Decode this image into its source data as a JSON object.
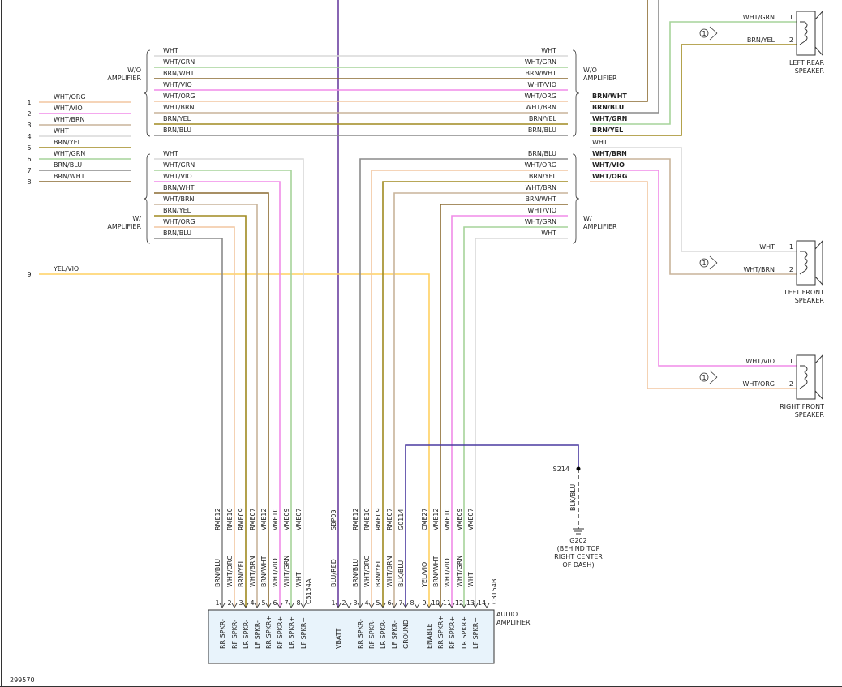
{
  "colors": {
    "WHT": "#d8d8d8",
    "WHT/GRN": "#a6d49a",
    "WHT/ORG": "#f2c6a0",
    "WHT/VIO": "#f08ce8",
    "WHT/BRN": "#c8b49a",
    "BRN/WHT": "#8a6a30",
    "BRN/BLU": "#8a8a8a",
    "BRN/YEL": "#a08a20",
    "YEL/VIO": "#ffd060",
    "BLK/BLU": "#4a3aa0",
    "BLU/RED": "#6b3fa0",
    "frame": "#555555",
    "box_fill": "#e8f3fb"
  },
  "left_connector": {
    "pins": [
      {
        "num": "1",
        "wire": "WHT/ORG"
      },
      {
        "num": "2",
        "wire": "WHT/VIO"
      },
      {
        "num": "3",
        "wire": "WHT/BRN"
      },
      {
        "num": "4",
        "wire": "WHT"
      },
      {
        "num": "5",
        "wire": "BRN/YEL"
      },
      {
        "num": "6",
        "wire": "WHT/GRN"
      },
      {
        "num": "7",
        "wire": "BRN/BLU"
      },
      {
        "num": "8",
        "wire": "BRN/WHT"
      },
      {
        "num": "9",
        "wire": "YEL/VIO"
      }
    ]
  },
  "group_labels": {
    "wo_line1": "W/O",
    "wo_line2": "AMPLIFIER",
    "w_line1": "W/",
    "w_line2": "AMPLIFIER"
  },
  "upper_harness": [
    "WHT",
    "WHT/GRN",
    "BRN/WHT",
    "WHT/VIO",
    "WHT/ORG",
    "WHT/BRN",
    "BRN/YEL",
    "BRN/BLU"
  ],
  "lower_left_harness": [
    "WHT",
    "WHT/GRN",
    "WHT/VIO",
    "BRN/WHT",
    "WHT/BRN",
    "BRN/YEL",
    "WHT/ORG",
    "BRN/BLU"
  ],
  "lower_right_harness": [
    "BRN/BLU",
    "WHT/ORG",
    "BRN/YEL",
    "WHT/BRN",
    "BRN/WHT",
    "WHT/VIO",
    "WHT/GRN",
    "WHT"
  ],
  "right_outputs": [
    "BRN/WHT",
    "BRN/BLU",
    "WHT/GRN",
    "BRN/YEL",
    "WHT",
    "WHT/BRN",
    "WHT/VIO",
    "WHT/ORG"
  ],
  "speakers": [
    {
      "name_line1": "LEFT REAR",
      "name_line2": "SPEAKER",
      "pin1": "1",
      "pin2": "2",
      "wire1": "WHT/GRN",
      "wire2": "BRN/YEL",
      "callout": "1"
    },
    {
      "name_line1": "LEFT FRONT",
      "name_line2": "SPEAKER",
      "pin1": "1",
      "pin2": "2",
      "wire1": "WHT",
      "wire2": "WHT/BRN",
      "callout": "1"
    },
    {
      "name_line1": "RIGHT FRONT",
      "name_line2": "SPEAKER",
      "pin1": "1",
      "pin2": "2",
      "wire1": "WHT/VIO",
      "wire2": "WHT/ORG",
      "callout": "1"
    }
  ],
  "amplifier": {
    "name_line1": "AUDIO",
    "name_line2": "AMPLIFIER",
    "connector_a": "C3154A",
    "connector_b": "C3154B",
    "pins": [
      {
        "num": "1",
        "wire": "BRN/BLU",
        "circuit": "RME12",
        "func": "RR SPKR-"
      },
      {
        "num": "2",
        "wire": "WHT/ORG",
        "circuit": "RME10",
        "func": "RF SPKR-"
      },
      {
        "num": "3",
        "wire": "BRN/YEL",
        "circuit": "RME09",
        "func": "LR SPKR-"
      },
      {
        "num": "4",
        "wire": "WHT/BRN",
        "circuit": "RME07",
        "func": "LF SPKR-"
      },
      {
        "num": "5",
        "wire": "BRN/WHT",
        "circuit": "VME12",
        "func": "RR SPKR+"
      },
      {
        "num": "6",
        "wire": "WHT/VIO",
        "circuit": "VME10",
        "func": "RF SPKR+"
      },
      {
        "num": "7",
        "wire": "WHT/GRN",
        "circuit": "VME09",
        "func": "LR SPKR+"
      },
      {
        "num": "8",
        "wire": "WHT",
        "circuit": "VME07",
        "func": "LF SPKR+"
      },
      {
        "num": "1",
        "wire": "BLU/RED",
        "circuit": "SBP03",
        "func": "VBATT"
      },
      {
        "num": "2",
        "wire": "",
        "circuit": "",
        "func": ""
      },
      {
        "num": "3",
        "wire": "BRN/BLU",
        "circuit": "RME12",
        "func": "RR SPKR-"
      },
      {
        "num": "4",
        "wire": "WHT/ORG",
        "circuit": "RME10",
        "func": "RF SPKR-"
      },
      {
        "num": "5",
        "wire": "BRN/YEL",
        "circuit": "RME09",
        "func": "LR SPKR-"
      },
      {
        "num": "6",
        "wire": "WHT/BRN",
        "circuit": "RME07",
        "func": "LF SPKR-"
      },
      {
        "num": "7",
        "wire": "BLK/BLU",
        "circuit": "G0114",
        "func": "GROUND"
      },
      {
        "num": "8",
        "wire": "",
        "circuit": "",
        "func": ""
      },
      {
        "num": "9",
        "wire": "YEL/VIO",
        "circuit": "CME27",
        "func": "ENABLE"
      },
      {
        "num": "10",
        "wire": "BRN/WHT",
        "circuit": "VME12",
        "func": "RR SPKR+"
      },
      {
        "num": "11",
        "wire": "WHT/VIO",
        "circuit": "VME10",
        "func": "RF SPKR+"
      },
      {
        "num": "12",
        "wire": "WHT/GRN",
        "circuit": "VME09",
        "func": "LR SPKR+"
      },
      {
        "num": "13",
        "wire": "WHT",
        "circuit": "VME07",
        "func": "LF SPKR+"
      },
      {
        "num": "14",
        "wire": "",
        "circuit": "",
        "func": ""
      }
    ]
  },
  "ground": {
    "splice": "S214",
    "wire": "BLK/BLU",
    "ground_id": "G202",
    "loc_line1": "(BEHIND TOP",
    "loc_line2": "RIGHT CENTER",
    "loc_line3": "OF DASH)"
  },
  "figure_id": "299570"
}
